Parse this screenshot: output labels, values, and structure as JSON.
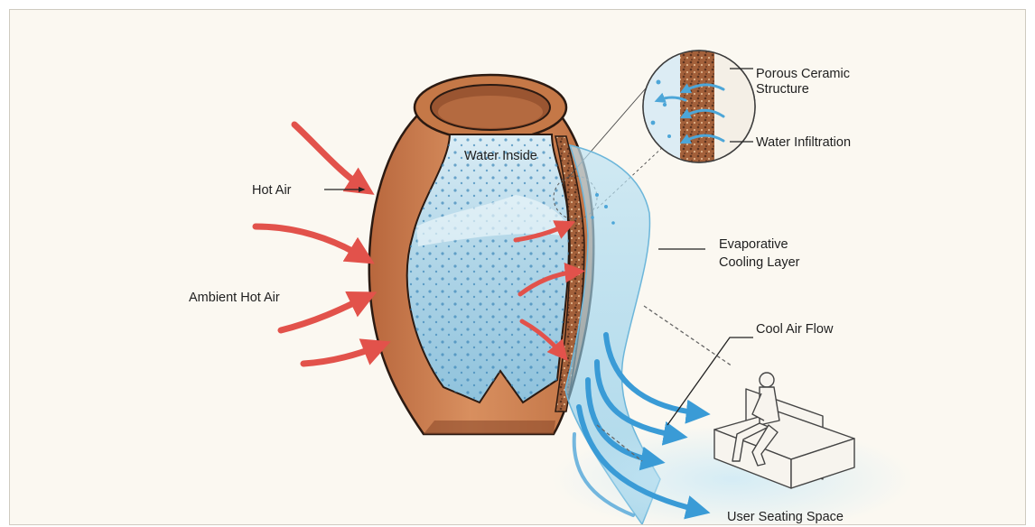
{
  "labels": {
    "hot_air": "Hot Air",
    "ambient_hot_air": "Ambient Hot Air",
    "water_inside": "Water Inside",
    "porous_ceramic_line1": "Porous Ceramic",
    "porous_ceramic_line2": "Structure",
    "water_infiltration": "Water Infiltration",
    "evaporative_line1": "Evaporative",
    "evaporative_line2": "Cooling Layer",
    "cool_air_flow": "Cool Air Flow",
    "user_seating_space": "User Seating Space"
  },
  "colors": {
    "terracotta": "#c97a4c",
    "terracotta_dark": "#a85a33",
    "water_blue": "#a9d2e6",
    "hot_air_red": "#e2524b",
    "cool_air_blue": "#3a9bd6",
    "background": "#fbf8f1"
  },
  "icons": {
    "hot_air_arrows": "curved-red-arrow",
    "cool_air_arrows": "curved-blue-arrow",
    "seated_person": "person-on-bench"
  }
}
